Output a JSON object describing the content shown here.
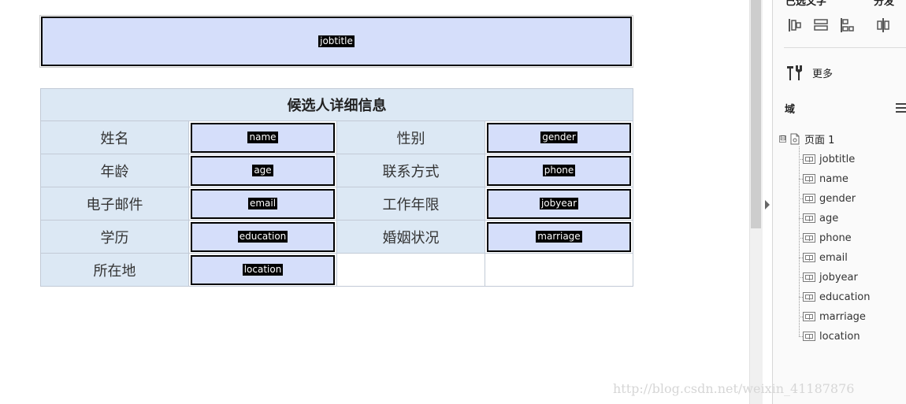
{
  "form": {
    "jobtitle_field": "jobtitle",
    "table_title": "候选人详细信息",
    "rows": [
      {
        "label1": "姓名",
        "field1": "name",
        "label2": "性别",
        "field2": "gender"
      },
      {
        "label1": "年龄",
        "field1": "age",
        "label2": "联系方式",
        "field2": "phone"
      },
      {
        "label1": "电子邮件",
        "field1": "email",
        "label2": "工作年限",
        "field2": "jobyear"
      },
      {
        "label1": "学历",
        "field1": "education",
        "label2": "婚姻状况",
        "field2": "marriage"
      },
      {
        "label1": "所在地",
        "field1": "location"
      }
    ]
  },
  "panel": {
    "header_partial_left": "已选文字",
    "header_partial_right": "分发",
    "more_label": "更多",
    "fields_section_title": "域",
    "tree": {
      "root_label": "页面 1",
      "expander": "⊟",
      "items": [
        "jobtitle",
        "name",
        "gender",
        "age",
        "phone",
        "email",
        "jobyear",
        "education",
        "marriage",
        "location"
      ]
    },
    "icons": [
      "align-left-icon",
      "align-center-icon",
      "distribute-icon",
      "align-vertical-icon",
      "more-tools-icon",
      "hamburger-menu-icon",
      "page-icon",
      "text-field-icon"
    ]
  },
  "watermark": "http://blog.csdn.net/weixin_41187876",
  "colors": {
    "field_fill": "#d5defa",
    "label_cell": "#dce8f4",
    "field_border": "#000000"
  }
}
